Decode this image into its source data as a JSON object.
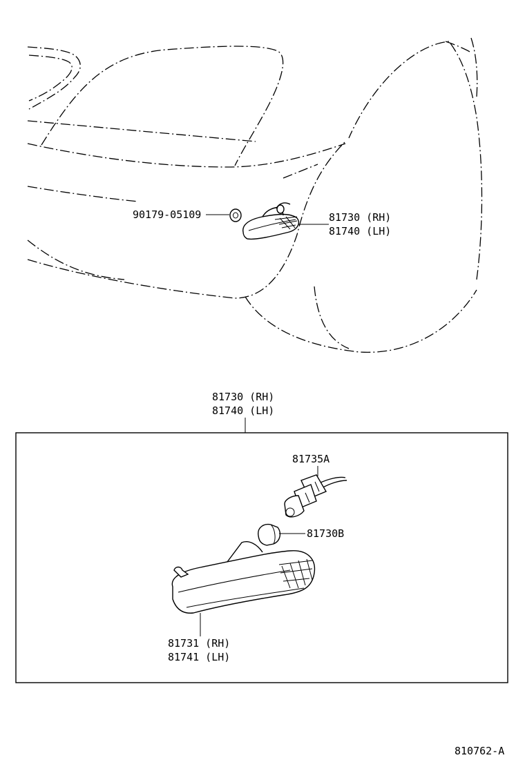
{
  "overview": {
    "clip_label": "90179-05109",
    "lamp_rh": "81730 (RH)",
    "lamp_lh": "81740 (LH)"
  },
  "detail": {
    "assembly_rh": "81730 (RH)",
    "assembly_lh": "81740 (LH)",
    "socket": "81735A",
    "bulb": "81730B",
    "lens_rh": "81731 (RH)",
    "lens_lh": "81741 (LH)"
  },
  "figure_id": "810762-A"
}
